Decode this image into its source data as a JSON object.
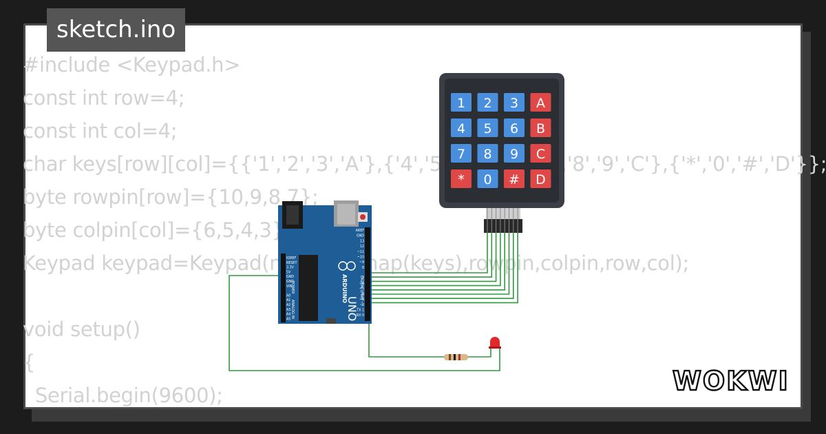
{
  "title": "sketch.ino",
  "code_lines": [
    "#include <Keypad.h>",
    "const int row=4;",
    "const int col=4;",
    "char keys[row][col]={{'1','2','3','A'},{'4','5','6','B'},{'7','8','9','C'},{'*','0','#','D'}};",
    "byte rowpin[row]={10,9,8,7};",
    "byte colpin[col]={6,5,4,3};",
    "Keypad keypad=Keypad(makeKeymap(keys),rowpin,colpin,row,col);",
    "",
    "void setup()",
    "{",
    "  Serial.begin(9600);"
  ],
  "keypad": {
    "keys": [
      [
        "1",
        "2",
        "3",
        "A"
      ],
      [
        "4",
        "5",
        "6",
        "B"
      ],
      [
        "7",
        "8",
        "9",
        "C"
      ],
      [
        "*",
        "0",
        "#",
        "D"
      ]
    ],
    "number_color": "#4a8fdd",
    "letter_color": "#e04848"
  },
  "arduino": {
    "brand": "ARDUINO",
    "model": "UNO",
    "digital_label": "DIGITAL (PWM ~)",
    "power_label": "POWER",
    "analog_label": "ANALOG IN",
    "left_pins": [
      "IOREF",
      "RESET",
      "3.3V",
      "5V",
      "GND",
      "GND",
      "VIN",
      "",
      "A0",
      "A1",
      "A2",
      "A3",
      "A4",
      "A5"
    ],
    "right_pins": [
      "AREF",
      "GND",
      "13",
      "12",
      "~11",
      "~10",
      "~9",
      "8",
      "",
      "7",
      "~6",
      "~5",
      "4",
      "~3",
      "2",
      "TX 1",
      "RX 0"
    ]
  },
  "logo": "WOKWI",
  "colors": {
    "board": "#1f5d96",
    "wire": "#2f9b3f",
    "keypad_body": "#3b3f45",
    "led": "#e02a2a"
  }
}
